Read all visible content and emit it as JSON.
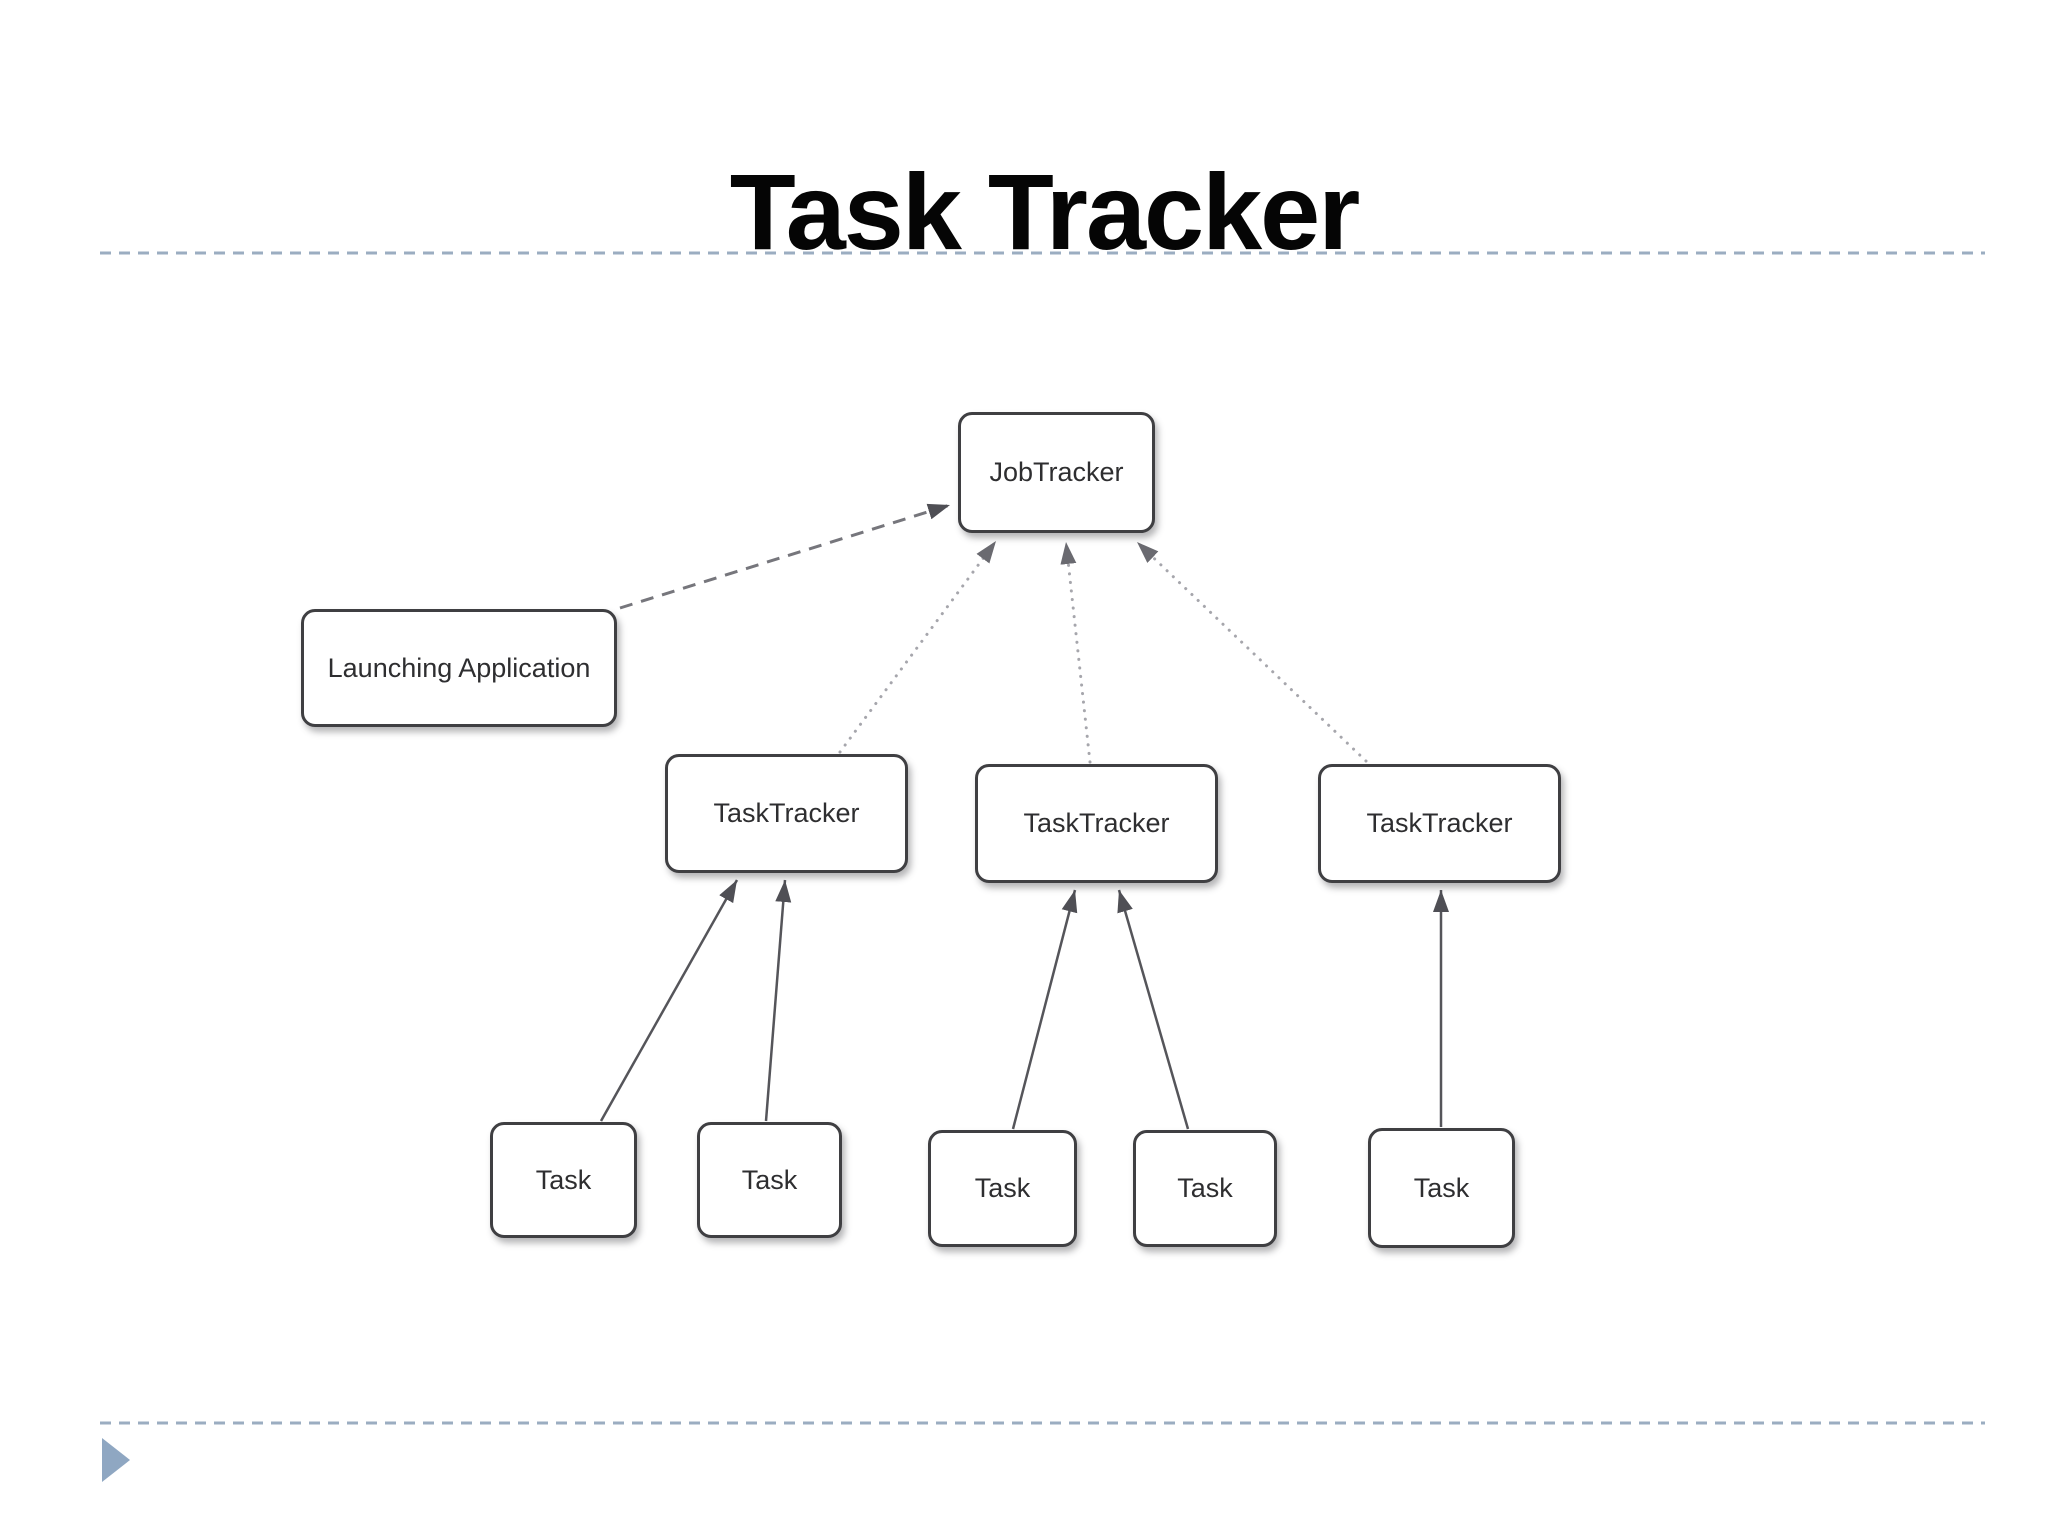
{
  "slide": {
    "title": "Task Tracker"
  },
  "colors": {
    "background": "#ffffff",
    "title_text": "#050505",
    "divider_dash": "#9badc1",
    "corner_triangle": "#8fa7c2",
    "node_border": "#3f3f42",
    "node_fill": "#ffffff",
    "node_text": "#2e2e30",
    "solid_arrow": "#55555a",
    "dashed_arrow": "#76767c",
    "dotted_arrow": "#a6a6ac",
    "arrowhead": "#4f4f55"
  },
  "diagram": {
    "nodes": [
      {
        "id": "job-tracker",
        "label": "JobTracker"
      },
      {
        "id": "launching-application",
        "label": "Launching Application"
      },
      {
        "id": "task-tracker-1",
        "label": "TaskTracker"
      },
      {
        "id": "task-tracker-2",
        "label": "TaskTracker"
      },
      {
        "id": "task-tracker-3",
        "label": "TaskTracker"
      },
      {
        "id": "task-1",
        "label": "Task"
      },
      {
        "id": "task-2",
        "label": "Task"
      },
      {
        "id": "task-3",
        "label": "Task"
      },
      {
        "id": "task-4",
        "label": "Task"
      },
      {
        "id": "task-5",
        "label": "Task"
      }
    ],
    "edges": [
      {
        "from": "launching-application",
        "to": "job-tracker",
        "style": "dashed"
      },
      {
        "from": "task-tracker-1",
        "to": "job-tracker",
        "style": "dotted"
      },
      {
        "from": "task-tracker-2",
        "to": "job-tracker",
        "style": "dotted"
      },
      {
        "from": "task-tracker-3",
        "to": "job-tracker",
        "style": "dotted"
      },
      {
        "from": "task-1",
        "to": "task-tracker-1",
        "style": "solid"
      },
      {
        "from": "task-2",
        "to": "task-tracker-1",
        "style": "solid"
      },
      {
        "from": "task-3",
        "to": "task-tracker-2",
        "style": "solid"
      },
      {
        "from": "task-4",
        "to": "task-tracker-2",
        "style": "solid"
      },
      {
        "from": "task-5",
        "to": "task-tracker-3",
        "style": "solid"
      }
    ]
  }
}
